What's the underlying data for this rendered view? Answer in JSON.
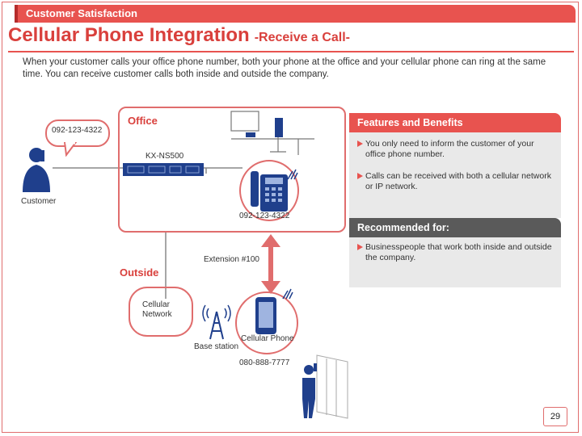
{
  "header": {
    "section": "Customer Satisfaction",
    "title": "Cellular Phone Integration",
    "subtitle": "-Receive a Call-"
  },
  "intro": "When your customer calls your office phone number, both your phone at the office and your cellular phone can ring at the same time. You can receive customer calls both inside and outside the company.",
  "diagram": {
    "customer_number": "092-123-4322",
    "office_label": "Office",
    "pbx_label": "KX-NS500",
    "customer_label": "Customer",
    "office_phone_number": "092-123-4322",
    "extension_label": "Extension #100",
    "outside_label": "Outside",
    "cellular_network_label": "Cellular Network",
    "base_station_label": "Base station",
    "cellular_phone_label": "Cellular Phone",
    "cellular_number": "080-888-7777"
  },
  "features": {
    "heading": "Features and Benefits",
    "items": [
      "You only need to inform the customer of your office phone number.",
      "Calls can be received with both a cellular network or IP network."
    ]
  },
  "recommended": {
    "heading": "Recommended for:",
    "items": [
      "Businesspeople that work both inside and outside the company."
    ]
  },
  "page_number": "29",
  "colors": {
    "accent": "#e8534f",
    "dark_gray": "#5a5a5a",
    "panel": "#e9e9e9",
    "phone_blue": "#1f3f8c"
  }
}
